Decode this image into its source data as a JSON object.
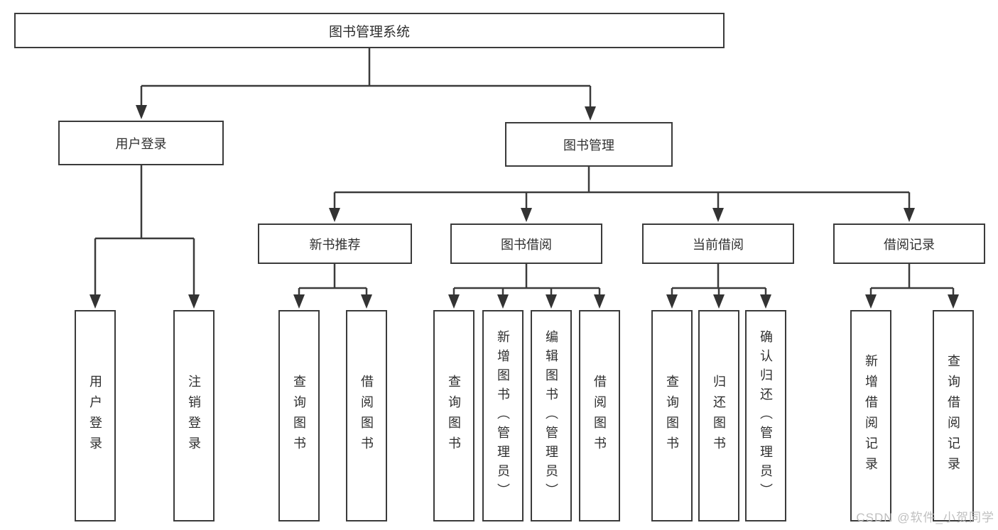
{
  "nodes": {
    "root": {
      "label": "图书管理系统"
    },
    "level2": [
      {
        "label": "用户登录"
      },
      {
        "label": "图书管理"
      }
    ],
    "level3": [
      {
        "label": "新书推荐"
      },
      {
        "label": "图书借阅"
      },
      {
        "label": "当前借阅"
      },
      {
        "label": "借阅记录"
      }
    ],
    "leaves_user_login": [
      "用户登录",
      "注销登录"
    ],
    "leaves_new_book": [
      "查询图书",
      "借阅图书"
    ],
    "leaves_book_borrow": [
      "查询图书",
      "新增图书（管理员）",
      "编辑图书（管理员）",
      "借阅图书"
    ],
    "leaves_current_borrow": [
      "查询图书",
      "归还图书",
      "确认归还（管理员）"
    ],
    "leaves_borrow_records": [
      "新增借阅记录",
      "查询借阅记录"
    ]
  },
  "watermark": {
    "text": "CSDN @软件_小贺同学",
    "color": "#bcbcbc"
  },
  "colors": {
    "line": "#3b3b3b",
    "text": "#2f2f2f",
    "background": "#ffffff"
  }
}
